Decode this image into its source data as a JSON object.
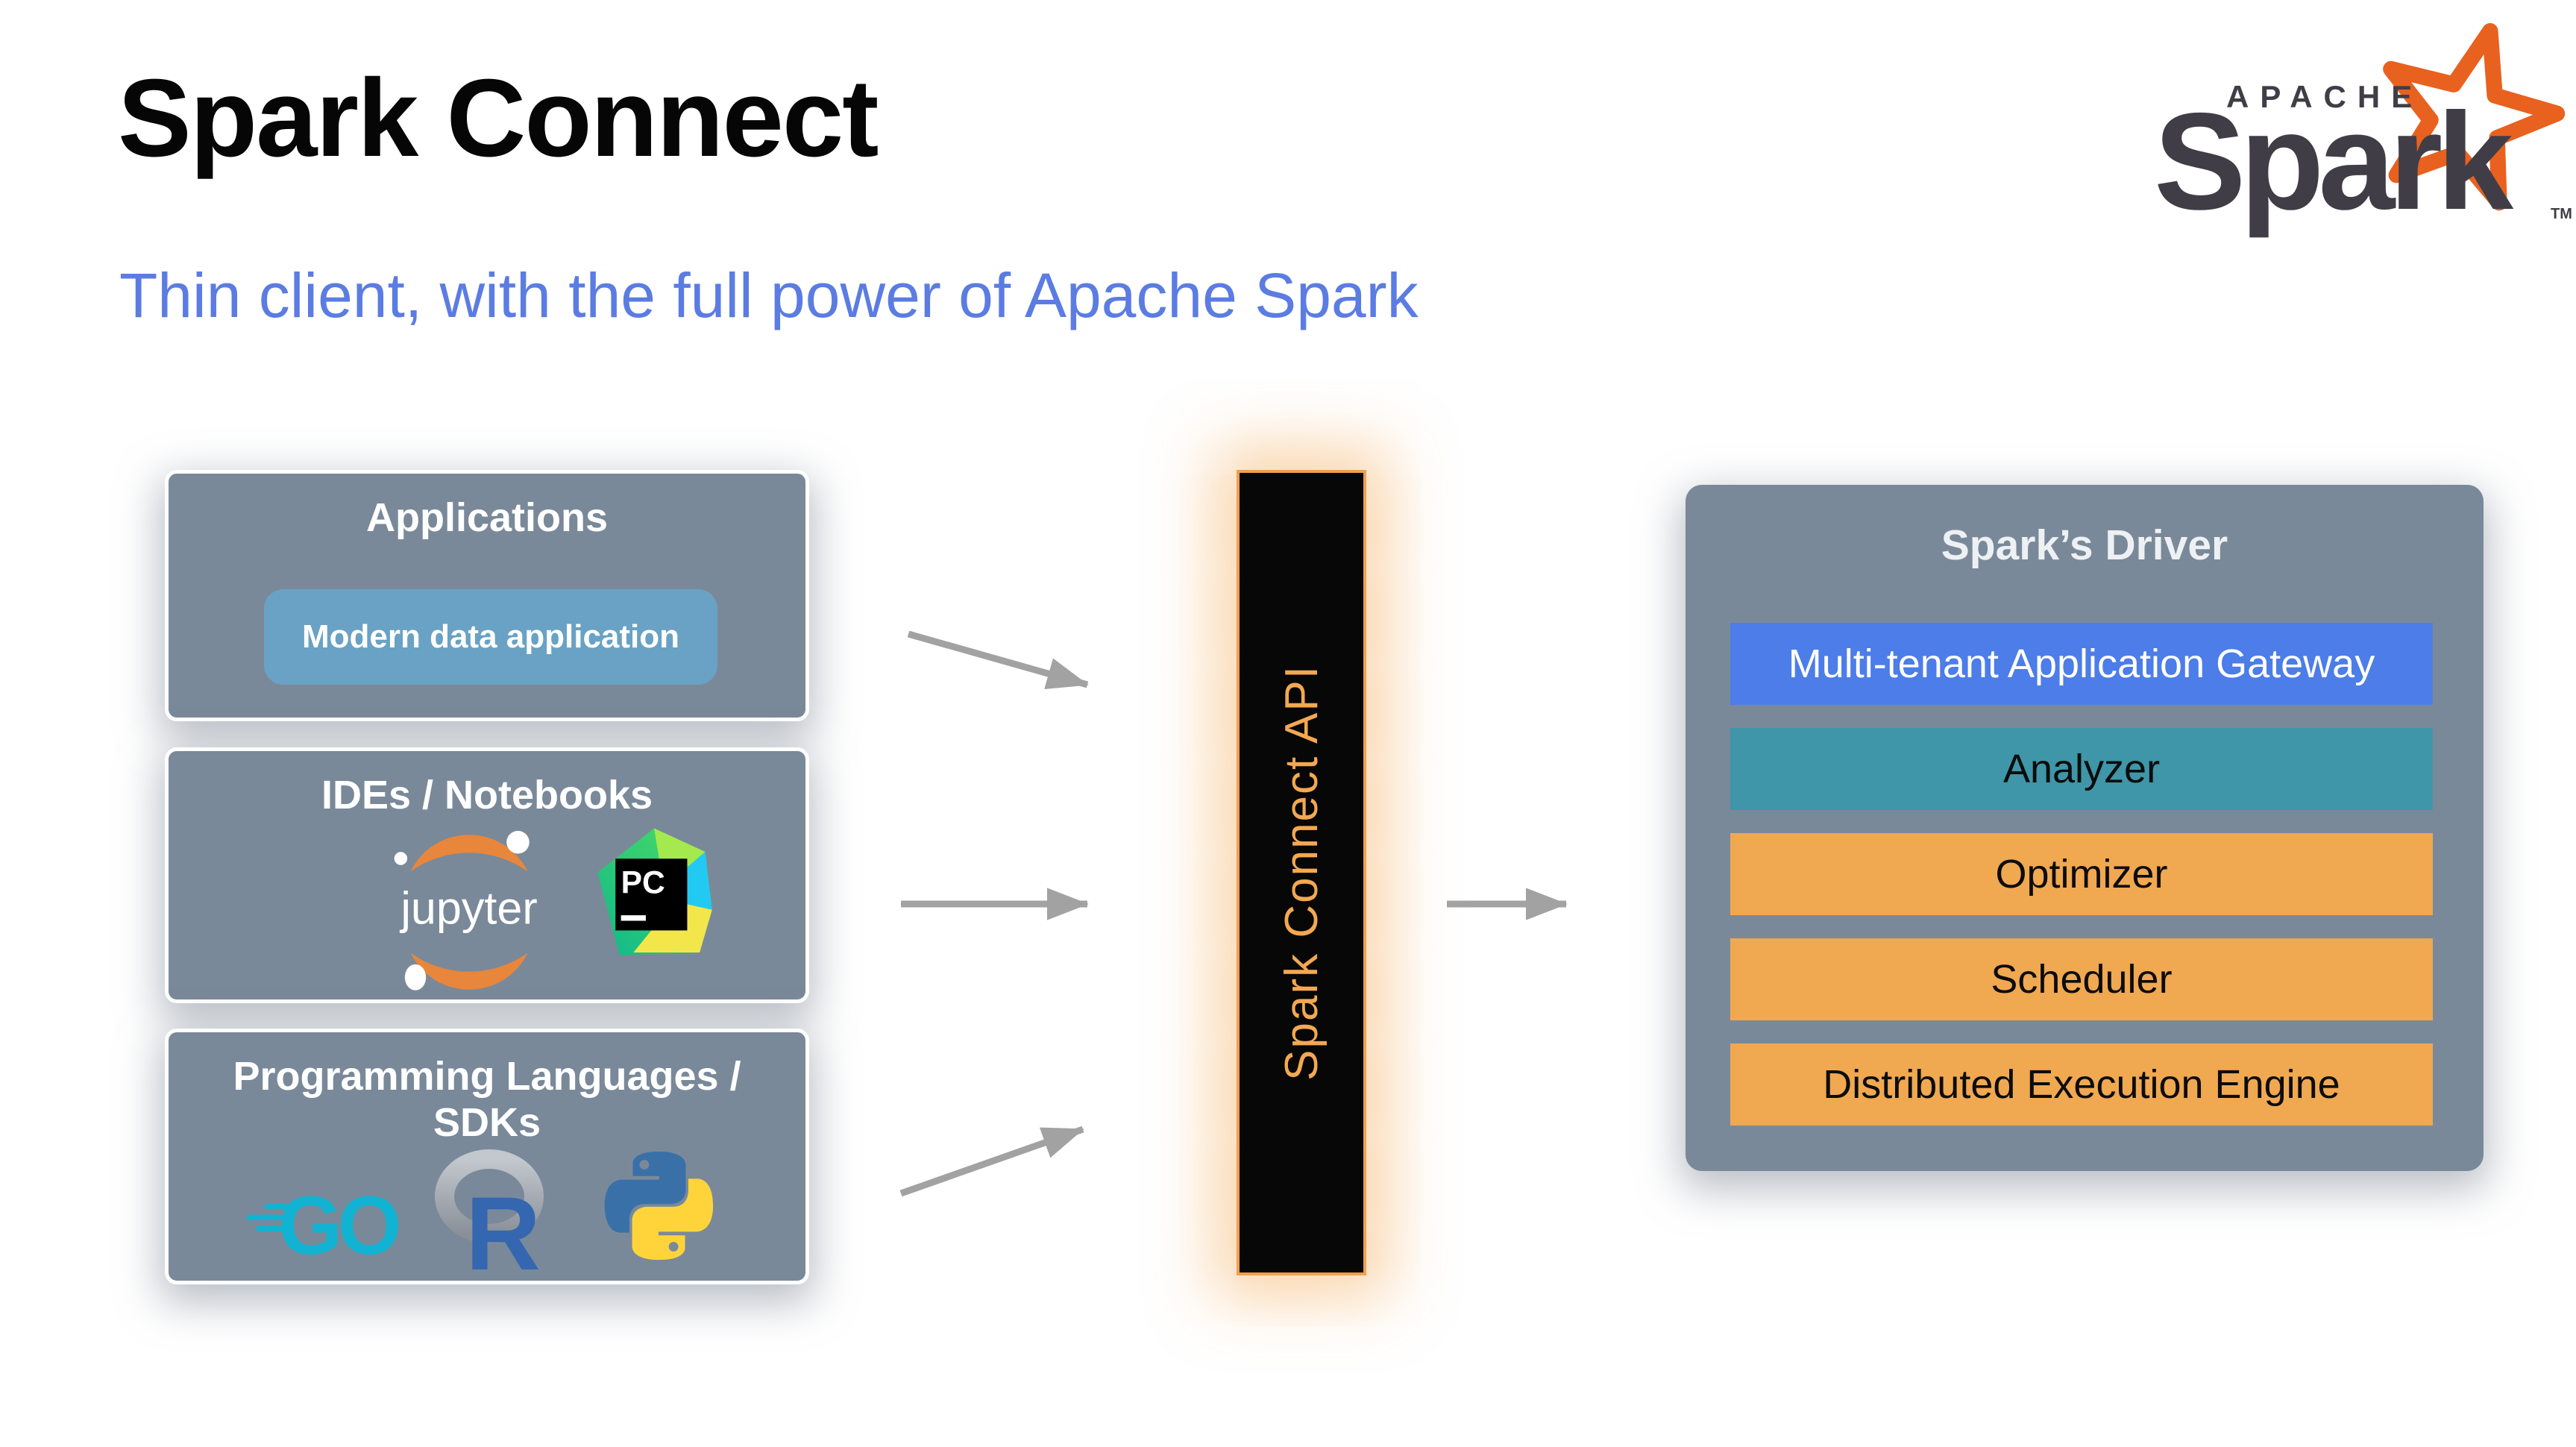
{
  "page": {
    "title": "Spark Connect",
    "subtitle": "Thin client, with the full power of Apache Spark"
  },
  "logo": {
    "apache": "APACHE",
    "spark": "Spark",
    "tm": "TM"
  },
  "sources": [
    {
      "title": "Applications",
      "chip_label": "Modern data application"
    },
    {
      "title": "IDEs / Notebooks",
      "logos": [
        "jupyter-icon",
        "pycharm-icon"
      ],
      "jupyter_label": "jupyter",
      "pycharm_label": "PC"
    },
    {
      "title_line1": "Programming Languages /",
      "title_line2": "SDKs",
      "logos": [
        "go-icon",
        "r-icon",
        "python-icon"
      ],
      "go_label": "GO",
      "r_label": "R"
    }
  ],
  "api_box": {
    "label": "Spark Connect API"
  },
  "driver": {
    "title": "Spark’s Driver",
    "rows": [
      {
        "label": "Multi-tenant Application Gateway",
        "color": "#4c7de8"
      },
      {
        "label": "Analyzer",
        "color": "#3e96a8"
      },
      {
        "label": "Optimizer",
        "color": "#f0a851"
      },
      {
        "label": "Scheduler",
        "color": "#f0a851"
      },
      {
        "label": "Distributed Execution Engine",
        "color": "#f0a851"
      }
    ]
  },
  "colors": {
    "subtitle_blue": "#5b7ce2",
    "panel_gray": "#7a8999",
    "chip_blue": "#69a2c4",
    "api_border_orange": "#eda14f",
    "api_text_orange": "#f3a851",
    "arrow_gray": "#a2a2a2",
    "spark_logo_orange": "#e8611f",
    "spark_logo_dark": "#413d47"
  }
}
